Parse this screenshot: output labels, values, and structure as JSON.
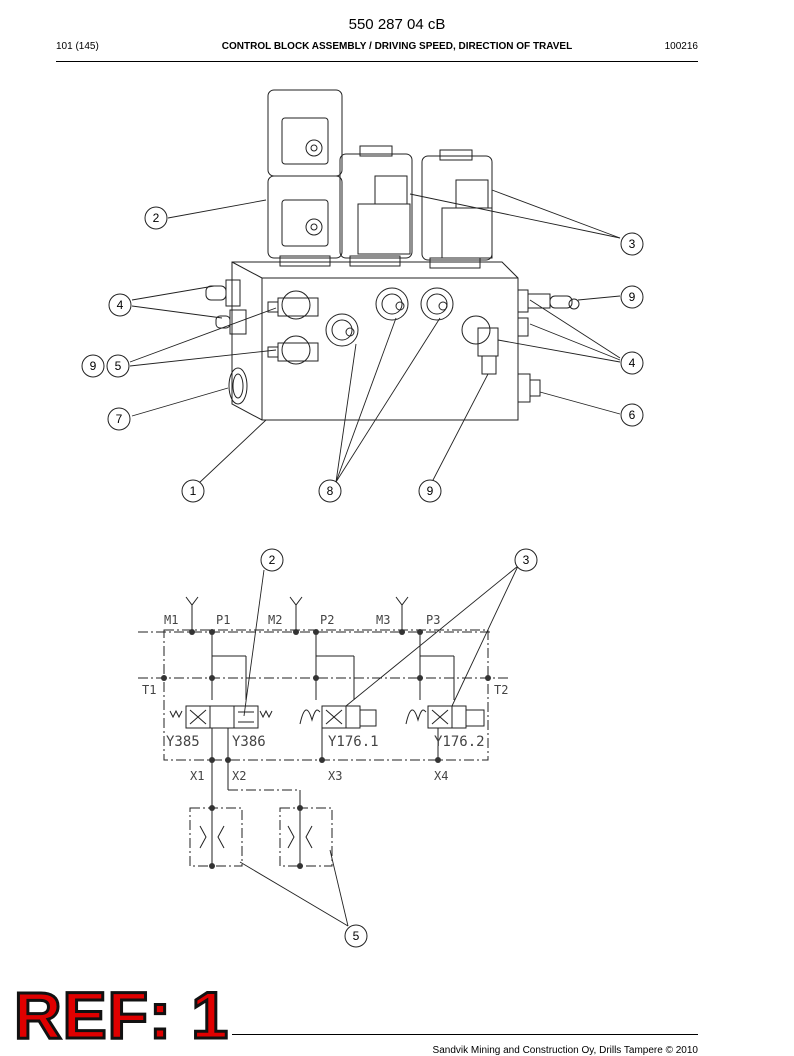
{
  "header": {
    "doc_number": "550 287 04 cB",
    "page": "101 (145)",
    "title": "CONTROL BLOCK ASSEMBLY / DRIVING SPEED, DIRECTION OF TRAVEL",
    "code": "100216"
  },
  "assembly_callouts": [
    "2",
    "3",
    "4",
    "9",
    "9",
    "5",
    "4",
    "7",
    "6",
    "1",
    "8",
    "9"
  ],
  "schematic_callouts": [
    "2",
    "3",
    "5"
  ],
  "schematic_labels": {
    "m1": "M1",
    "p1": "P1",
    "m2": "M2",
    "p2": "P2",
    "m3": "M3",
    "p3": "P3",
    "t1": "T1",
    "t2": "T2",
    "y385": "Y385",
    "y386": "Y386",
    "y176_1": "Y176.1",
    "y176_2": "Y176.2",
    "x1": "X1",
    "x2": "X2",
    "x3": "X3",
    "x4": "X4"
  },
  "stamp": "REF: 1",
  "footer": "Sandvik Mining and Construction Oy, Drills Tampere © 2010"
}
